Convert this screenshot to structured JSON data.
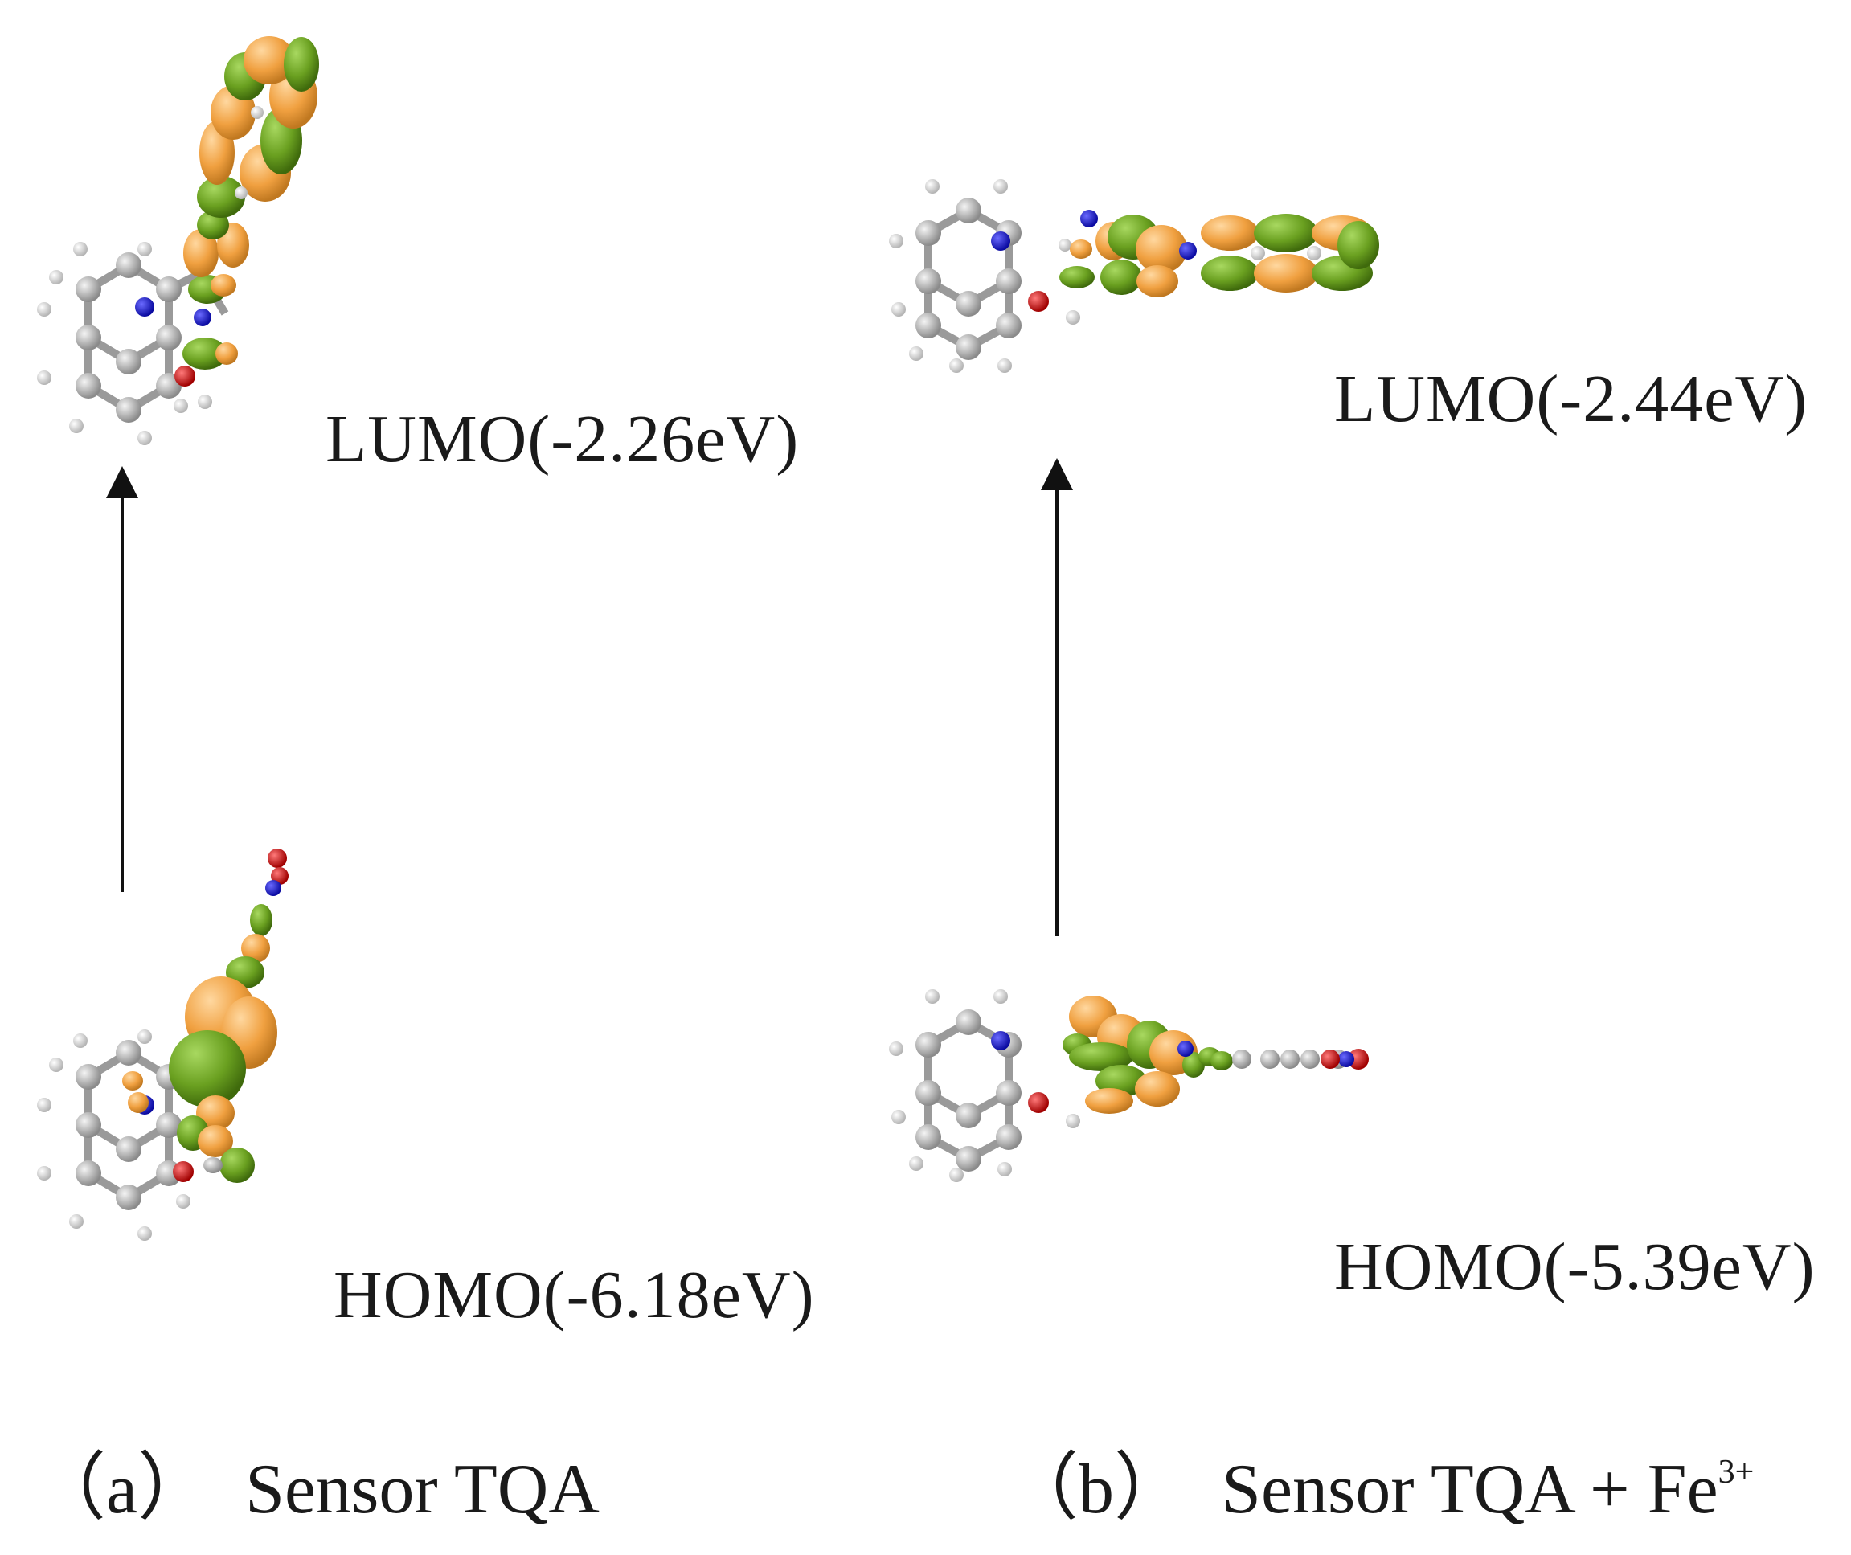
{
  "panel_a": {
    "lumo_label": "LUMO(-2.26eV)",
    "homo_label": "HOMO(-6.18eV)",
    "caption_open": "（",
    "caption_letter": "a",
    "caption_close": "）",
    "caption_text": "Sensor TQA"
  },
  "panel_b": {
    "lumo_label": "LUMO(-2.44eV)",
    "homo_label": "HOMO(-5.39eV)",
    "caption_open": "（",
    "caption_letter": "b",
    "caption_close": "）",
    "caption_text": "Sensor TQA + Fe",
    "caption_sup": "3+"
  },
  "colors": {
    "carbon": "#a8a8a8",
    "hydrogen": "#e6e6e6",
    "nitrogen": "#1a1ad0",
    "oxygen": "#d01010",
    "orbital_positive": "#f0a040",
    "orbital_negative": "#6aa020",
    "arrow": "#111111"
  }
}
